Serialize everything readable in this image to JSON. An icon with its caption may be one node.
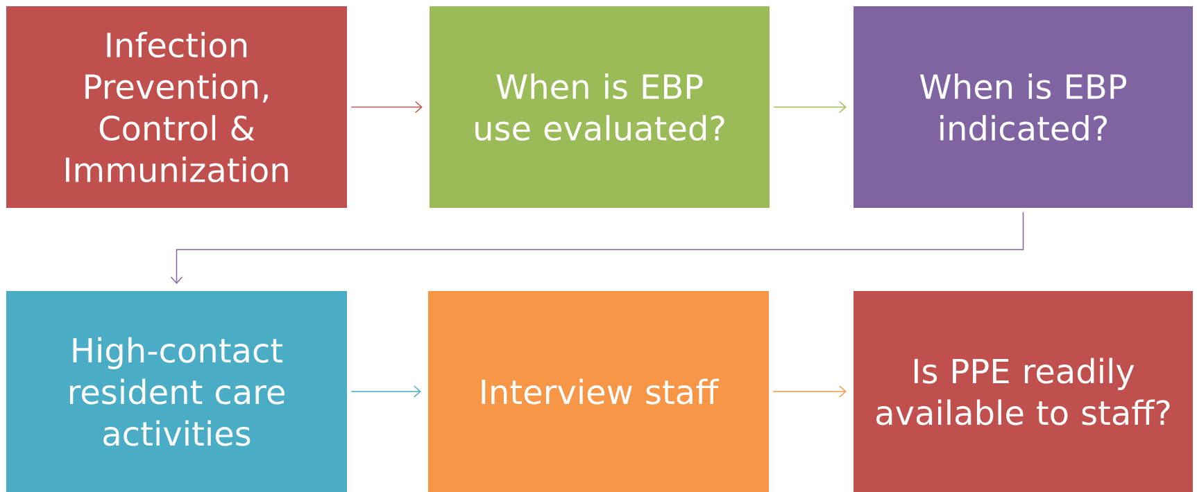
{
  "diagram": {
    "nodes": [
      {
        "text": [
          "Infection Prevention, Control & Immunization"
        ]
      },
      {
        "text": [
          "When is EBP use evaluated?"
        ]
      },
      {
        "text": [
          "When is EBP indicated?"
        ]
      },
      {
        "text": [
          "High-contact resident care activities"
        ]
      },
      {
        "text": [
          "Interview staff"
        ]
      },
      {
        "text": [
          "Is PPE readily available to staff?"
        ]
      }
    ],
    "edges": [
      {
        "from": 0,
        "to": 1,
        "arrow": "to",
        "color": "#c0504d"
      },
      {
        "from": 1,
        "to": 2,
        "arrow": "to",
        "color": "#9bbb59"
      },
      {
        "from": 2,
        "to": 3,
        "arrow": "to",
        "color": "#8064a2"
      },
      {
        "from": 3,
        "to": 4,
        "arrow": "to",
        "color": "#4bacc6"
      },
      {
        "from": 4,
        "to": 5,
        "arrow": "to",
        "color": "#f79646"
      }
    ]
  }
}
